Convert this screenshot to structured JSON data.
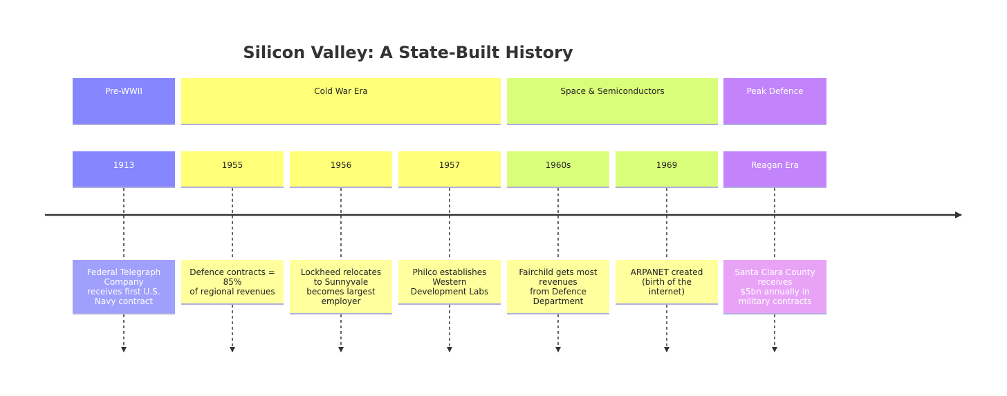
{
  "title": "Silicon Valley: A State-Built History",
  "colors": {
    "pre_wwii": "#8686ff",
    "pre_wwii_event": "#9f9ffc",
    "cold_war": "#ffff78",
    "cold_war_event": "#ffff9d",
    "space": "#d9ff7a",
    "space_event": "#ffff9d",
    "peak": "#c283fb",
    "peak_event": "#e8a3f7",
    "axis": "#333333"
  },
  "sections": [
    {
      "label": "Pre-WWII"
    },
    {
      "label": "Cold War Era"
    },
    {
      "label": "Space & Semiconductors"
    },
    {
      "label": "Peak Defence"
    }
  ],
  "periods": [
    {
      "label": "1913"
    },
    {
      "label": "1955"
    },
    {
      "label": "1956"
    },
    {
      "label": "1957"
    },
    {
      "label": "1960s"
    },
    {
      "label": "1969"
    },
    {
      "label": "Reagan Era"
    }
  ],
  "events": [
    {
      "lines": [
        "Federal Telegraph",
        "Company",
        "receives first U.S.",
        "Navy contract"
      ]
    },
    {
      "lines": [
        "Defence contracts =",
        "85%",
        "of regional revenues"
      ]
    },
    {
      "lines": [
        "Lockheed relocates",
        "to Sunnyvale",
        "becomes largest",
        "employer"
      ]
    },
    {
      "lines": [
        "Philco establishes",
        "Western",
        "Development Labs"
      ]
    },
    {
      "lines": [
        "Fairchild gets most",
        "revenues",
        "from Defence",
        "Department"
      ]
    },
    {
      "lines": [
        "ARPANET created",
        "(birth of the",
        "internet)"
      ]
    },
    {
      "lines": [
        "Santa Clara County",
        "receives",
        "$5bn annually in",
        "military contracts"
      ]
    }
  ]
}
